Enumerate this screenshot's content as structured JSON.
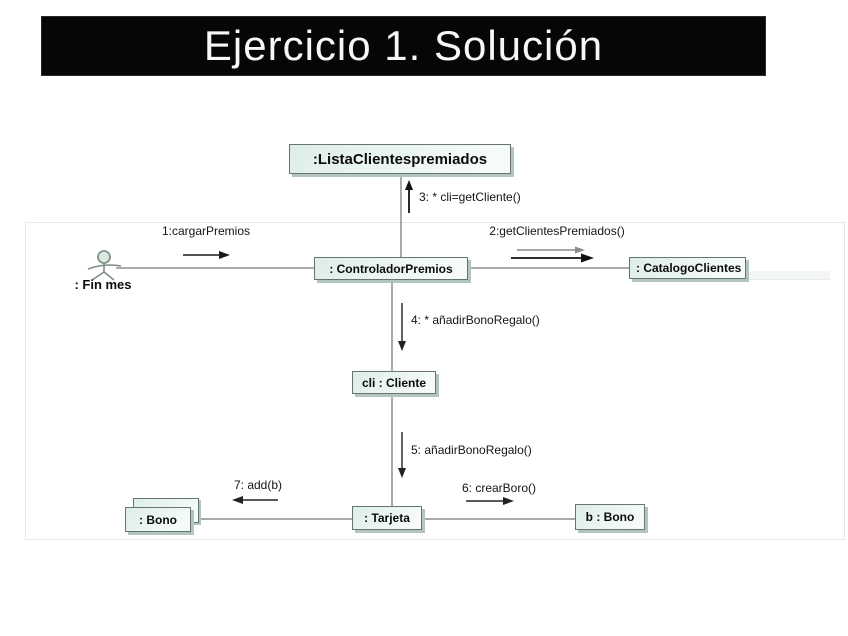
{
  "header": {
    "title": "Ejercicio 1. Solución"
  },
  "diagram": {
    "actor": {
      "label": ": Fin mes"
    },
    "objects": {
      "lista": {
        "label": ":ListaClientespremiados"
      },
      "controlador": {
        "label": ": ControladorPremios"
      },
      "catalogo": {
        "label": ": CatalogoClientes"
      },
      "cliente": {
        "label": "cli : Cliente"
      },
      "tarjeta": {
        "label": ": Tarjeta"
      },
      "bono_multi": {
        "label": ": Bono"
      },
      "b_bono": {
        "label": "b : Bono"
      }
    },
    "messages": {
      "m1": {
        "label": "1:cargarPremios",
        "direction": "right"
      },
      "m2": {
        "label": "2:getClientesPremiados()",
        "direction": "right"
      },
      "m3": {
        "label": "3: * cli=getCliente()",
        "direction": "up"
      },
      "m4": {
        "label": "4: * añadirBonoRegalo()",
        "direction": "down"
      },
      "m5": {
        "label": "5: añadirBonoRegalo()",
        "direction": "down"
      },
      "m6": {
        "label": "6: crearBoro()",
        "direction": "right"
      },
      "m7": {
        "label": "7: add(b)",
        "direction": "left"
      }
    }
  },
  "colors": {
    "title_bg": "#060606",
    "title_fg": "#f7f7f7",
    "box_fill": "#ddeee6",
    "box_border": "#657570",
    "box_shadow": "#b3c6bd",
    "line": "#555555",
    "arrow": "#1a1a1a",
    "arrow_shadow": "#888888",
    "canvas_border": "#e2ece7"
  }
}
